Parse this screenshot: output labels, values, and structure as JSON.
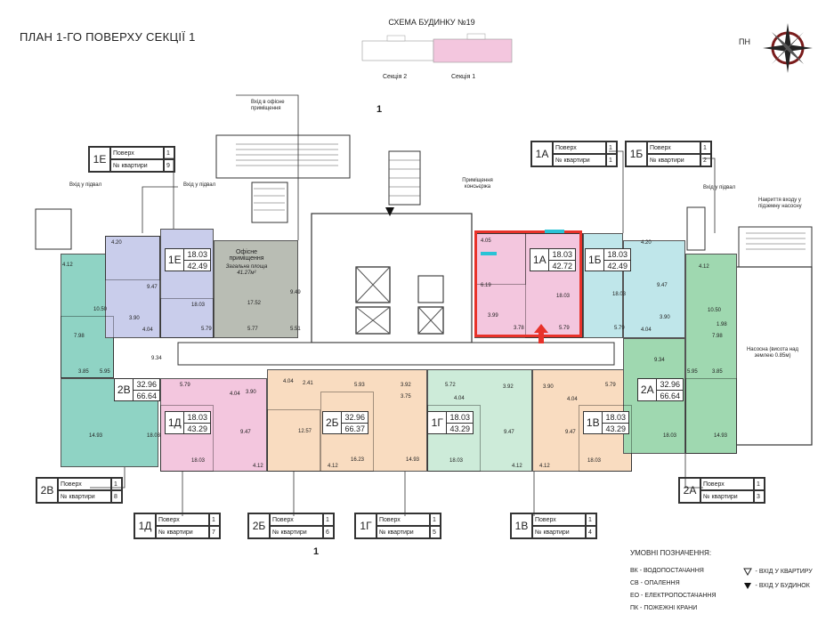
{
  "page_title": "ПЛАН 1-ГО ПОВЕРХУ СЕКЦІЇ 1",
  "scheme": {
    "title": "СХЕМА БУДИНКУ №19",
    "section2": "Секція 2",
    "section1": "Секція 1"
  },
  "compass_label": "ПН",
  "section_mark": "1",
  "office": {
    "name": "Офісне приміщення",
    "area_text": "Загальна площа 41.27м²"
  },
  "notes": {
    "office_entry": "Вхід в офісне приміщення",
    "basement_left": "Вхід у підвал",
    "basement_mid": "Вхід у підвал",
    "basement_right": "Вхід у підвал",
    "concierge": "Приміщення консьєржа",
    "pump_cover": "Накриття входу у підземну насосну",
    "pump": "Насосна (висота над землею 0.85м)"
  },
  "apartments": [
    {
      "code": "1Е",
      "living": "18.03",
      "total": "42.49",
      "floor": "1",
      "number": "9",
      "floor_label": "Поверх",
      "number_label": "№ квартири"
    },
    {
      "code": "1А",
      "living": "18.03",
      "total": "42.72",
      "floor": "1",
      "number": "1",
      "floor_label": "Поверх",
      "number_label": "№ квартири"
    },
    {
      "code": "1Б",
      "living": "18.03",
      "total": "42.49",
      "floor": "1",
      "number": "2",
      "floor_label": "Поверх",
      "number_label": "№ квартири"
    },
    {
      "code": "2В",
      "living": "32.96",
      "total": "66.64",
      "floor": "1",
      "number": "8",
      "floor_label": "Поверх",
      "number_label": "№ квартири"
    },
    {
      "code": "1Д",
      "living": "18.03",
      "total": "43.29",
      "floor": "1",
      "number": "7",
      "floor_label": "Поверх",
      "number_label": "№ квартири"
    },
    {
      "code": "2Б",
      "living": "32.96",
      "total": "66.37",
      "floor": "1",
      "number": "6",
      "floor_label": "Поверх",
      "number_label": "№ квартири"
    },
    {
      "code": "1Г",
      "living": "18.03",
      "total": "43.29",
      "floor": "1",
      "number": "5",
      "floor_label": "Поверх",
      "number_label": "№ квартири"
    },
    {
      "code": "1В",
      "living": "18.03",
      "total": "43.29",
      "floor": "1",
      "number": "4",
      "floor_label": "Поверх",
      "number_label": "№ квартири"
    },
    {
      "code": "2А",
      "living": "32.96",
      "total": "66.64",
      "floor": "1",
      "number": "3",
      "floor_label": "Поверх",
      "number_label": "№ квартири"
    }
  ],
  "legend": {
    "title": "УМОВНІ ПОЗНАЧЕННЯ:",
    "items": [
      "ВК - ВОДОПОСТАЧАННЯ",
      "СВ - ОПАЛЕННЯ",
      "ЕО - ЕЛЕКТРОПОСТАЧАННЯ",
      "ПК - ПОЖЕЖНІ КРАНИ"
    ],
    "entry_apt": "- ВХІД У КВАРТИРУ",
    "entry_building": "- ВХІД У БУДИНОК"
  },
  "colors": {
    "blue": "#c9cdeb",
    "pink": "#f3c6de",
    "cyan": "#bfe6ea",
    "green": "#9fd8b0",
    "teal": "#8fd3c4",
    "peach": "#f9dcc0",
    "mint": "#cdebd9",
    "grey": "#b9bdb4",
    "highlight": "#e8322a"
  }
}
